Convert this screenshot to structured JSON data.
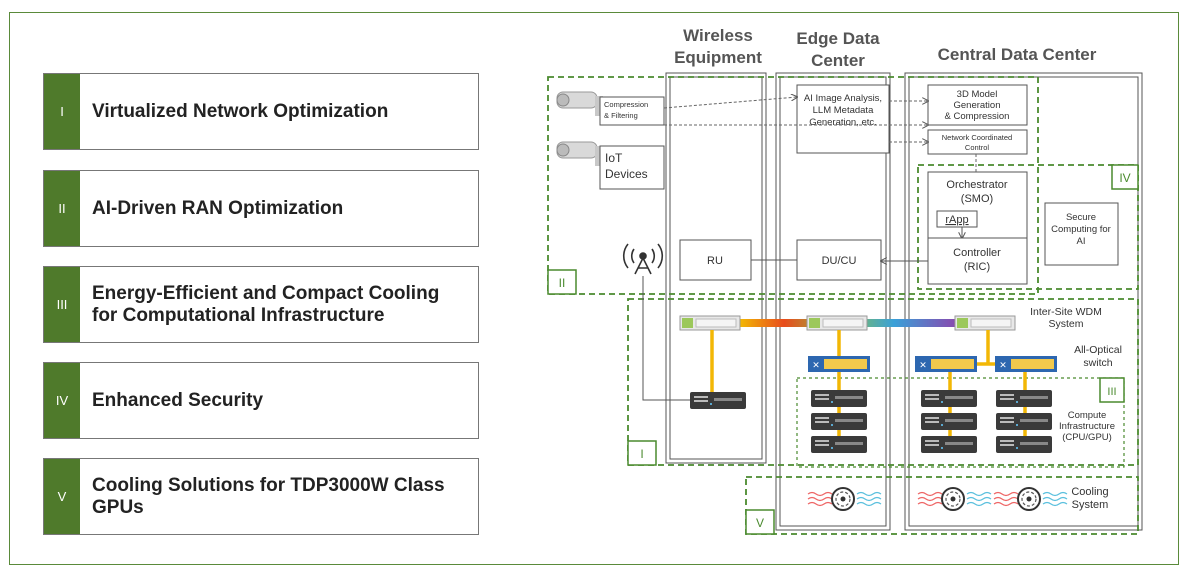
{
  "pillars": [
    {
      "num": "I",
      "label": "Virtualized Network Optimization"
    },
    {
      "num": "II",
      "label": "AI-Driven RAN Optimization"
    },
    {
      "num": "III",
      "label": "Energy-Efficient and Compact Cooling for Computational Infrastructure"
    },
    {
      "num": "IV",
      "label": "Enhanced Security"
    },
    {
      "num": "V",
      "label": "Cooling Solutions for TDP3000W Class GPUs"
    }
  ],
  "columns": {
    "wireless": "Wireless Equipment",
    "edge": "Edge Data Center",
    "central": "Central Data Center"
  },
  "zones": {
    "i": "I",
    "ii": "II",
    "iii": "III",
    "iv": "IV",
    "v": "V"
  },
  "boxes": {
    "compression": "Compression & Filtering",
    "iot": "IoT Devices",
    "ai_image": "AI Image Analysis, LLM Metadata Generation, etc.",
    "model3d": "3D Model Generation & Compression",
    "netcoord": "Network Coordinated Control",
    "orchestrator": "Orchestrator (SMO)",
    "rapp": "rApp",
    "controller": "Controller (RIC)",
    "secure": "Secure Computing for AI",
    "ru": "RU",
    "ducu": "DU/CU"
  },
  "labels": {
    "wdm": "Inter-Site WDM System",
    "optical_switch": "All-Optical switch",
    "compute": "Compute Infrastructure (CPU/GPU)",
    "cooling": "Cooling System"
  },
  "colors": {
    "accent_green": "#4f7a2b",
    "dash_green": "#4a8a2e",
    "yellow": "#f2b705",
    "blue_switch": "#2d67b0"
  }
}
